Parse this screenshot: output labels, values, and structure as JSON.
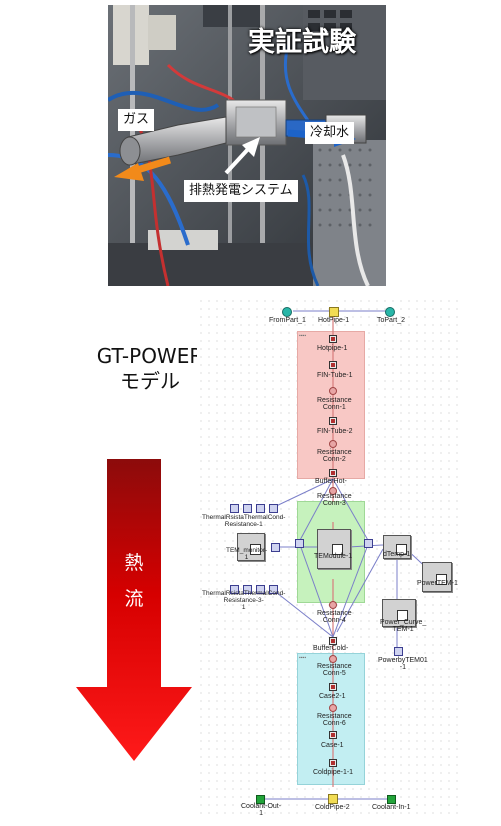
{
  "photo": {
    "title": "実証試験",
    "labels": {
      "gas": "ガス",
      "coolant": "冷却水",
      "exhaust_system": "排熱発電システム"
    }
  },
  "model": {
    "title_line1": "GT-POWER",
    "title_line2": "モデル"
  },
  "heat_arrow": {
    "char1": "熱",
    "char2": "流",
    "color": "#e60000"
  },
  "zones": {
    "hot": "#f8c8c5",
    "module": "#c6f2bd",
    "cold": "#c2eef2"
  },
  "diagram": {
    "top": {
      "from_part": "FromPart_1",
      "hot_pipe": "HotPipe-1",
      "to_part": "ToPart_2"
    },
    "hot_chain": {
      "hotpipe": "Hotpipe-1",
      "fin_tube_1": "FIN-Tube-1",
      "resistance_1": [
        "Resistance",
        "Conn-1"
      ],
      "fin_tube_2": "FIN-Tube-2",
      "resistance_2": [
        "Resistance",
        "Conn-2"
      ],
      "buffer_hot": "BufferHot-",
      "resistance_3": [
        "Resistance",
        "Conn-3"
      ]
    },
    "module": "TEModule-1",
    "monitor": [
      "TEM_monitor-",
      "1"
    ],
    "thermal_top": [
      "ThermalRsistaThermalCond-",
      "Resistance-1"
    ],
    "thermal_bottom": [
      "ThermalRsistaThermalCond-",
      "Resistance-3-",
      "1"
    ],
    "dtemp": "dTemp-1",
    "power_tem": "PowerTEM-1",
    "power_curve": [
      "Power_Curve_",
      "TEM-1"
    ],
    "power_by_tem": [
      "PowerbyTEM01",
      "-1"
    ],
    "mid_chain": {
      "resistance_4": [
        "Resistance",
        "Conn-4"
      ],
      "buffer_cold": "BufferCold-"
    },
    "cold_chain": {
      "resistance_5": [
        "Resistance",
        "Conn-5"
      ],
      "case_2": "Case2-1",
      "resistance_6": [
        "Resistance",
        "Conn-6"
      ],
      "case_1": "Case-1",
      "coldpipe": "Coldpipe-1-1"
    },
    "bottom": {
      "coolant_out": [
        "Coolant-Out-",
        "1"
      ],
      "cold_pipe": "ColdPipe-2",
      "coolant_in": "Coolant-In-1"
    }
  }
}
